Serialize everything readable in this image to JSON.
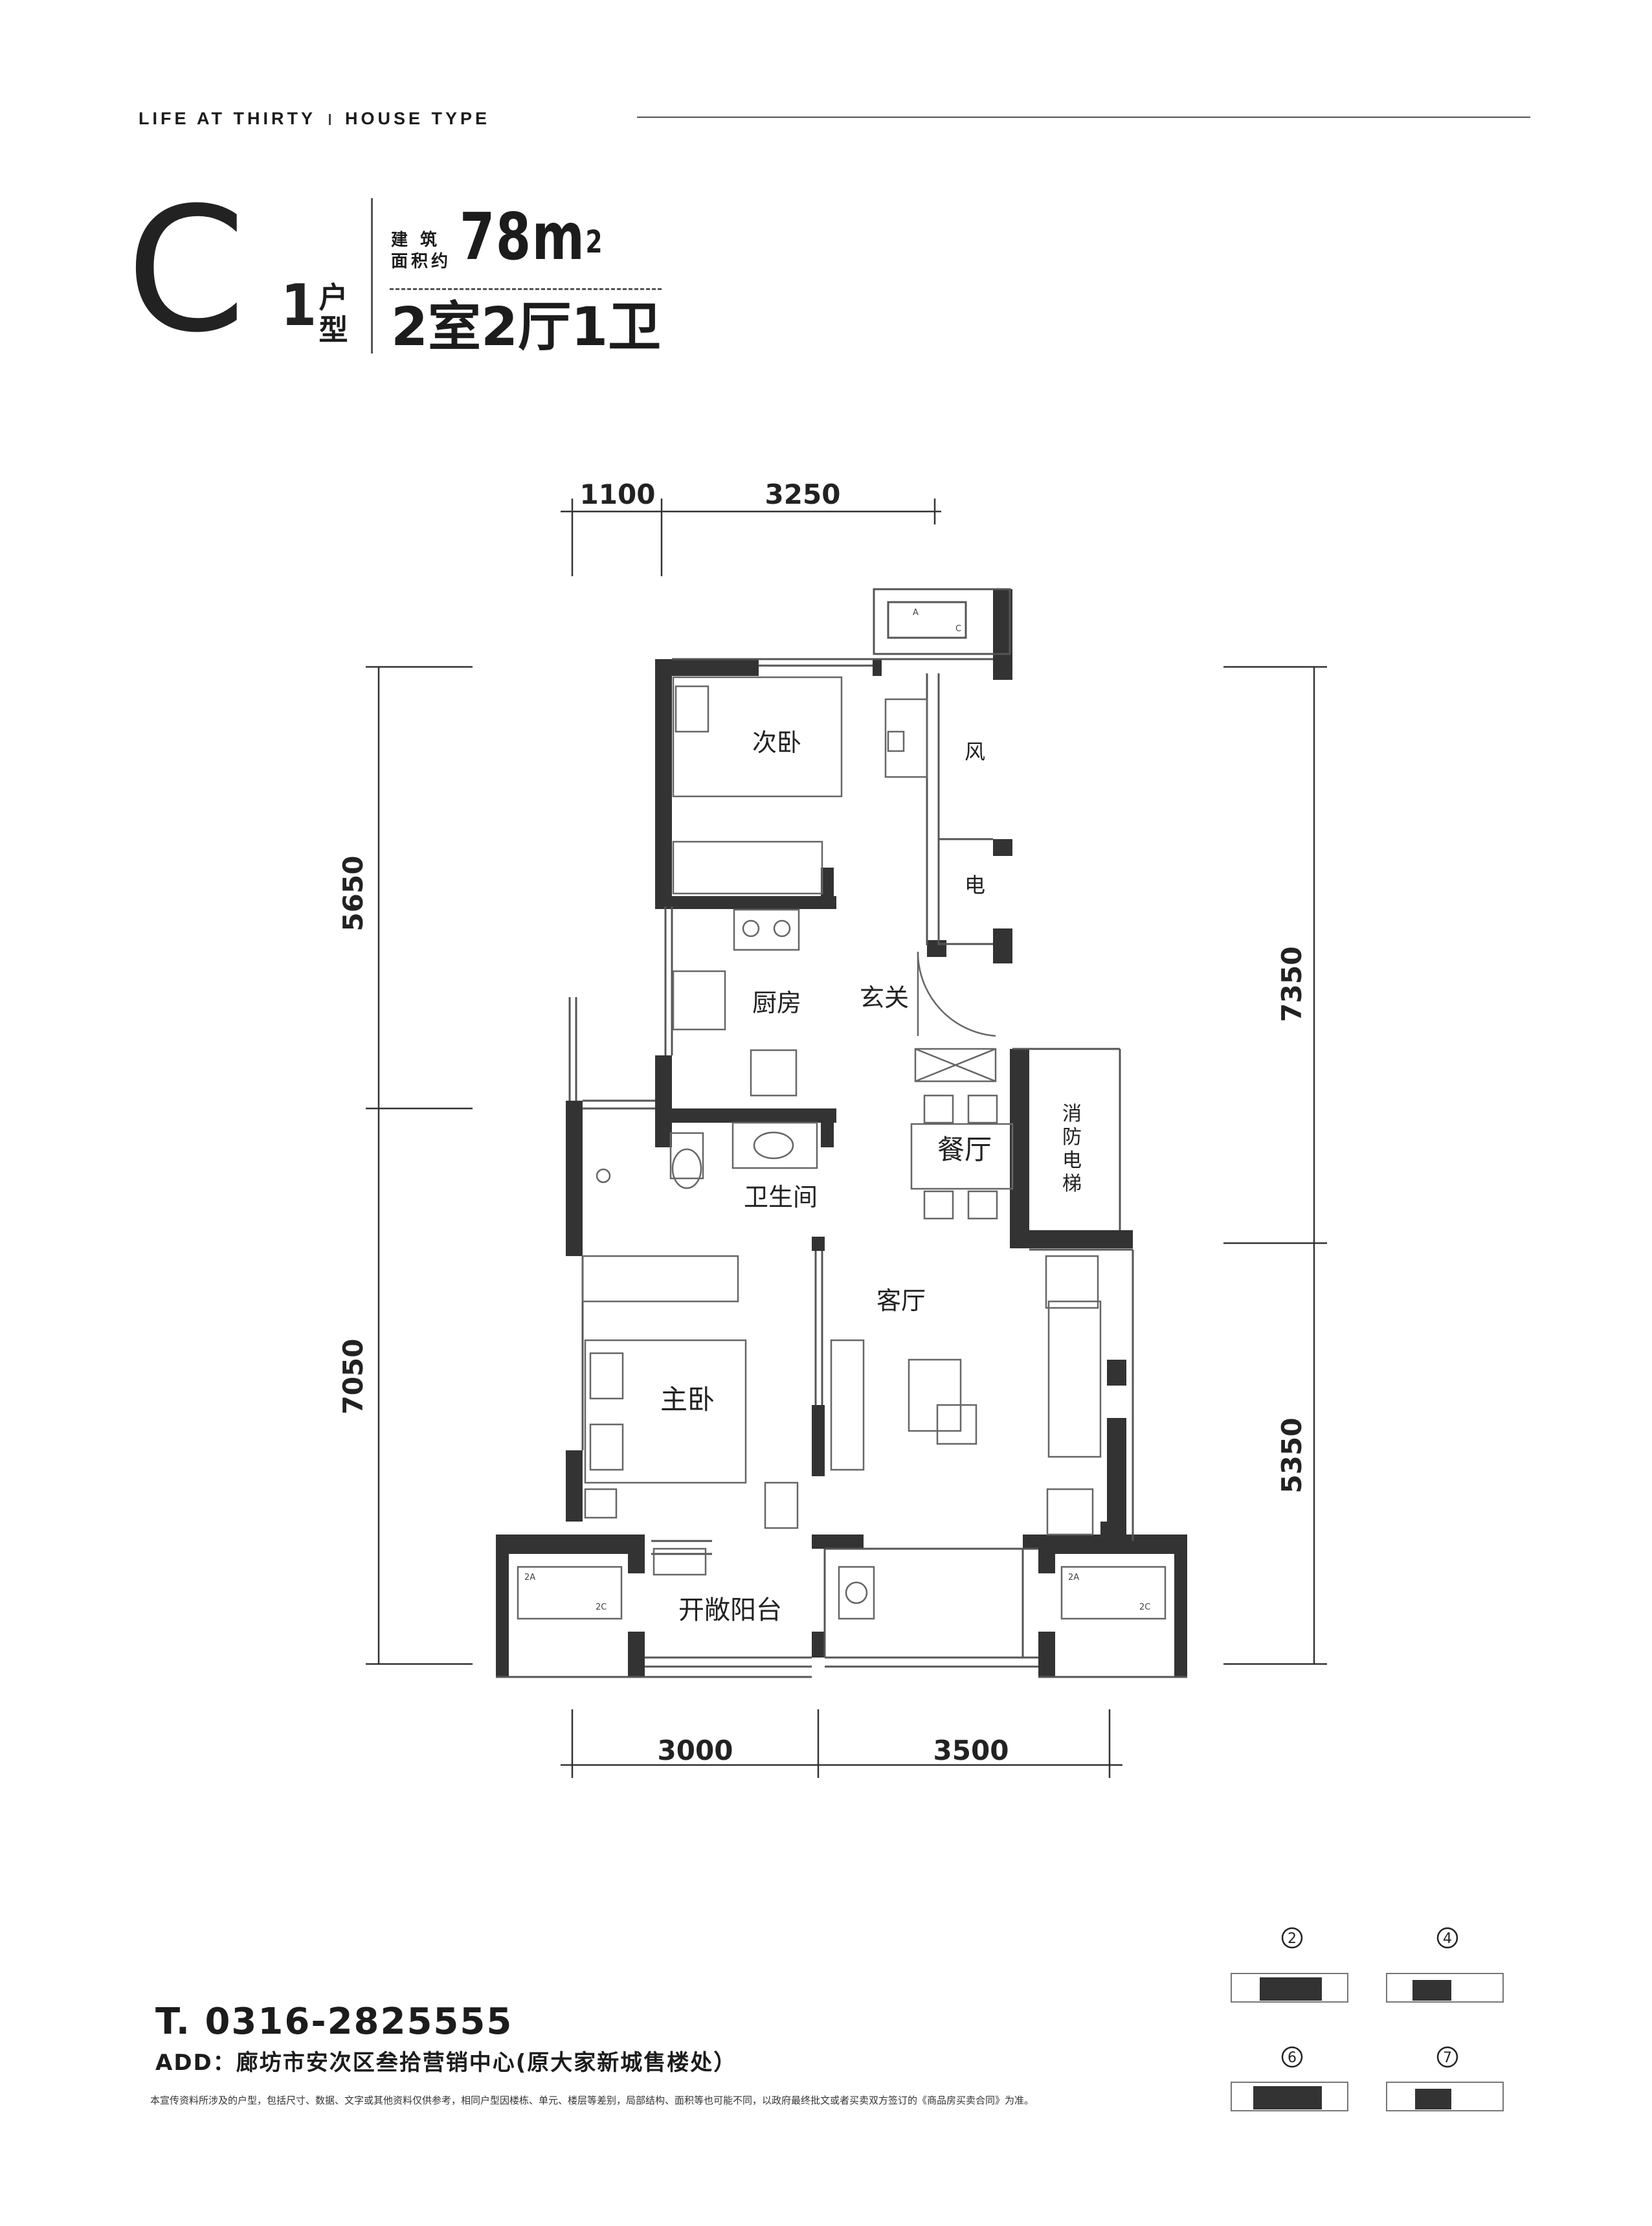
{
  "header": {
    "left": "LIFE AT THIRTY",
    "right": "HOUSE TYPE"
  },
  "title": {
    "letter": "C",
    "number": "1",
    "type_chars": [
      "户",
      "型"
    ],
    "area_label_line1": "建 筑",
    "area_label_line2": "面积约",
    "area_value": "78m",
    "area_sup": "2",
    "rooms": "2室2厅1卫"
  },
  "rooms": {
    "second_bedroom": "次卧",
    "kitchen": "厨房",
    "entrance": "玄关",
    "dining": "餐厅",
    "bathroom": "卫生间",
    "living": "客厅",
    "master_bedroom": "主卧",
    "balcony": "开敞阳台",
    "wind_shaft": "风",
    "electric_shaft": "电",
    "fire_elevator": [
      "消",
      "防",
      "电",
      "梯"
    ]
  },
  "dimensions": {
    "top": [
      "1100",
      "3250"
    ],
    "bottom": [
      "3000",
      "3500"
    ],
    "left": [
      "5650",
      "7050"
    ],
    "right": [
      "7350",
      "5350"
    ]
  },
  "ac_labels": {
    "a": "A",
    "c": "C",
    "a2": "2A",
    "c2": "2C"
  },
  "footer": {
    "phone": "T. 0316-2825555",
    "address": "ADD：廊坊市安次区叁拾营销中心(原大家新城售楼处）",
    "disclaimer": "本宣传资料所涉及的户型，包括尺寸、数据、文字或其他资料仅供参考，相同户型因楼栋、单元、楼层等差别，局部结构、面积等也可能不同，以政府最终批文或者买卖双方签订的《商品房买卖合同》为准。"
  },
  "keyplan": {
    "markers": [
      "2",
      "4",
      "6",
      "7"
    ]
  }
}
